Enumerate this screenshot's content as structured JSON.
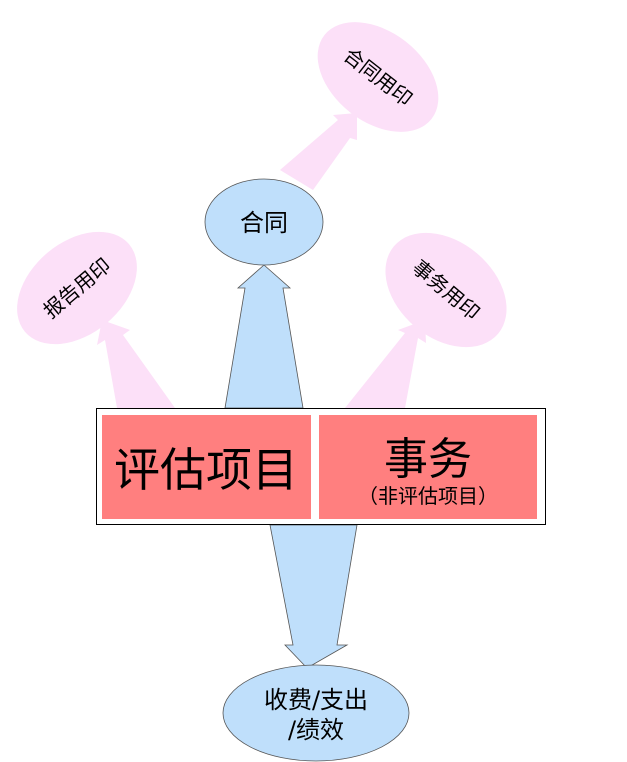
{
  "nodes": {
    "contract": "合同",
    "contract_seal": "合同用印",
    "report_seal": "报告用印",
    "affairs_seal": "事务用印",
    "evaluation_project": "评估项目",
    "affairs": "事务",
    "affairs_sub": "（非评估项目）",
    "fees_line1": "收费/支出",
    "fees_line2": "/绩效"
  },
  "colors": {
    "pink": "#FCE0F8",
    "blue": "#BFDFFB",
    "red": "#FF7F7F"
  }
}
